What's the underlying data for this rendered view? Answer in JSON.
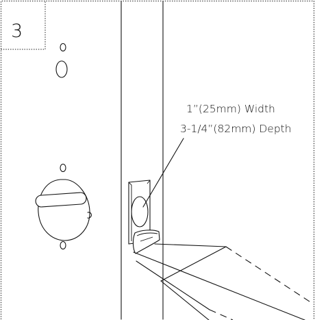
{
  "step": {
    "number": "3"
  },
  "callout": {
    "line1": "1”(25mm) Width",
    "line2": "3-1/4”(82mm) Depth"
  }
}
